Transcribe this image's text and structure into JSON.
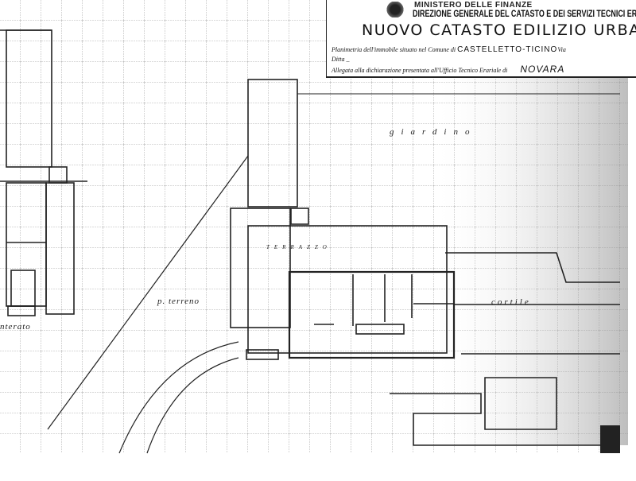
{
  "header": {
    "ministry": "MINISTERO DELLE FINANZE",
    "directorate": "DIREZIONE GENERALE DEL CATASTO E DEI SERVIZI TECNICI ERARI",
    "title": "NUOVO CATASTO EDILIZIO URBA",
    "plan_label": "Planimetria dell'immobile situato nel Comune di",
    "comune": "CASTELLETTO-TICINO",
    "via_label": "Via",
    "ditta_label": "Ditta",
    "allegata_label": "Allegata alla dichiarazione presentata all'Ufficio Tecnico Erariale di",
    "ufficio": "NOVARA"
  },
  "plan_labels": {
    "garden": "giardino",
    "terrace": "terrazzo",
    "ground_floor": "p. terreno",
    "courtyard": "cortile",
    "basement": "nterato"
  }
}
